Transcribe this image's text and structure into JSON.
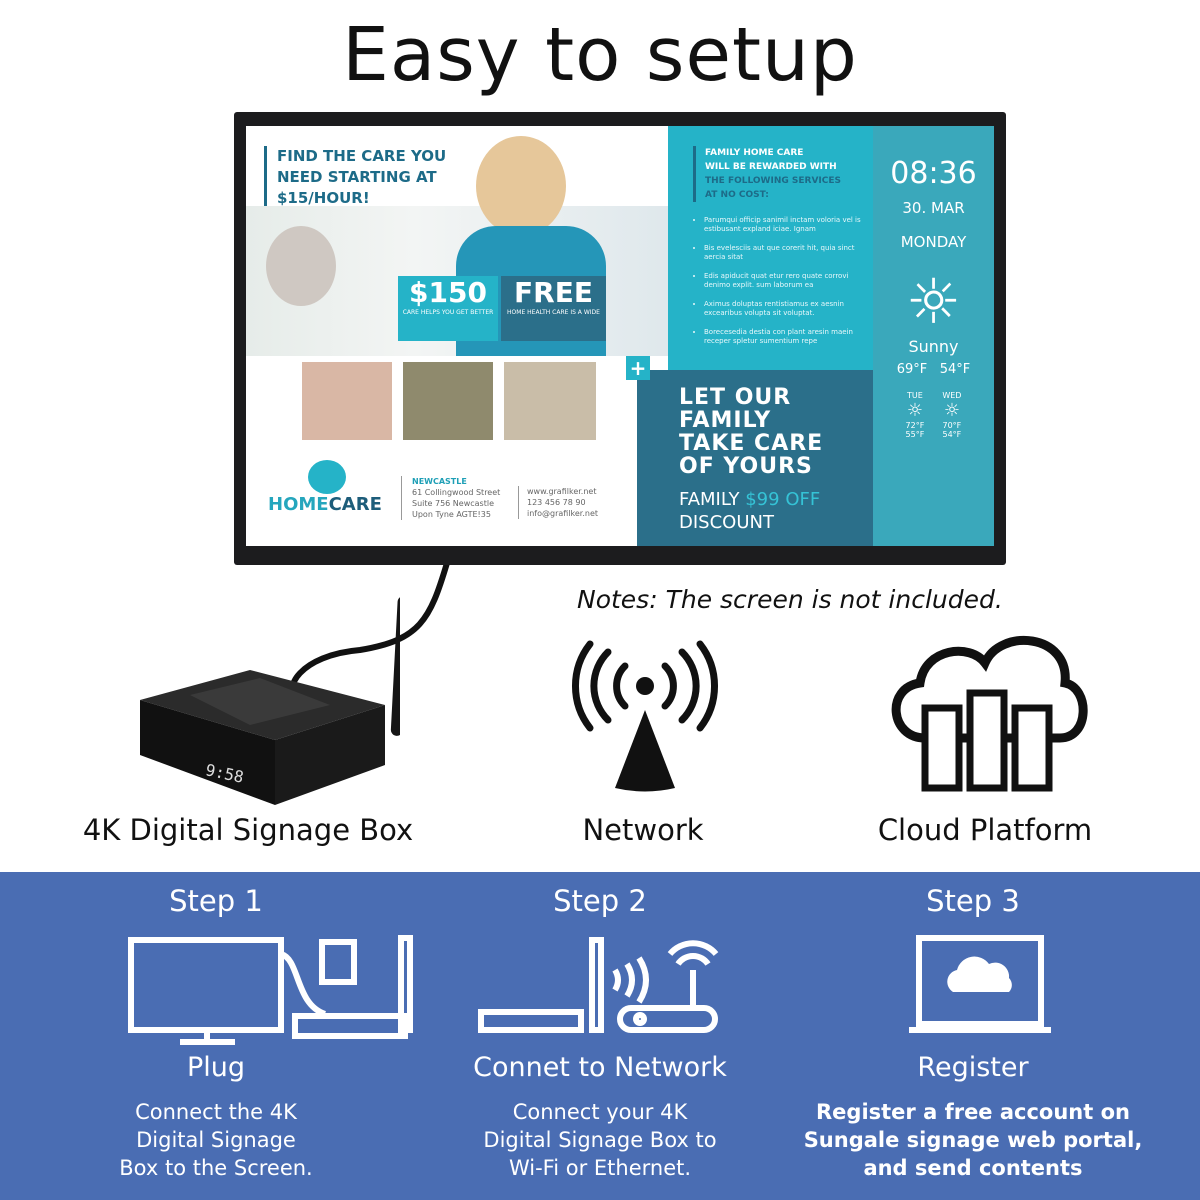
{
  "title": "Easy to setup",
  "screen": {
    "headline": [
      "FIND THE CARE YOU",
      "NEED STARTING AT",
      "$15/HOUR!"
    ],
    "price_badge": {
      "amount": "$150",
      "sub": "CARE HELPS YOU GET BETTER"
    },
    "free_badge": {
      "amount": "FREE",
      "sub": "HOME HEALTH CARE IS A WIDE"
    },
    "services_heading": [
      "FAMILY HOME CARE",
      "WILL BE REWARDED WITH",
      "THE FOLLOWING SERVICES",
      "AT NO COST:"
    ],
    "services": [
      "Parumqui officip sanimil inctam voloria vel is estibusant expland iciae. Ignam",
      "Bis evelesciis aut que corerit hit, quia sinct aercia sitat",
      "Edis apiducit quat etur rero quate corrovi denimo explit. sum laborum ea",
      "Aximus doluptas rentistiamus ex aesnin excearibus volupta sit voluptat.",
      "Borecesedia destia con plant aresin maein receper spletur sumentium repe"
    ],
    "slogan": [
      "LET OUR",
      "FAMILY",
      "TAKE CARE",
      "OF YOURS"
    ],
    "discount": {
      "prefix": "FAMILY",
      "price": "$99 OFF",
      "suffix": "DISCOUNT"
    },
    "logo": {
      "home": "HOME",
      "care": "CARE"
    },
    "address": {
      "city": "NEWCASTLE",
      "lines": [
        "61 Collingwood Street",
        "Suite 756 Newcastle",
        "Upon Tyne AGTE!35"
      ]
    },
    "contact": [
      "www.grafilker.net",
      "123 456 78 90",
      "info@grafilker.net"
    ],
    "weather": {
      "time": "08:36",
      "date": "30. MAR",
      "day": "MONDAY",
      "condition": "Sunny",
      "high": "69°F",
      "low": "54°F",
      "forecast": [
        {
          "day": "TUE",
          "high": "72°F",
          "low": "55°F"
        },
        {
          "day": "WED",
          "high": "70°F",
          "low": "54°F"
        }
      ]
    },
    "plus": "+"
  },
  "box_display": "9:58",
  "note": "Notes: The screen is not included.",
  "components": [
    "4K Digital Signage Box",
    "Network",
    "Cloud Platform"
  ],
  "steps": [
    {
      "heading": "Step 1",
      "label": "Plug",
      "desc": [
        "Connect the 4K",
        "Digital Signage",
        "Box to the Screen."
      ]
    },
    {
      "heading": "Step 2",
      "label": "Connet to Network",
      "desc": [
        "Connect your 4K",
        "Digital Signage Box to",
        "Wi-Fi or Ethernet."
      ]
    },
    {
      "heading": "Step 3",
      "label": "Register",
      "desc": [
        "Register a free account on",
        "Sungale signage web portal,",
        "and send contents"
      ]
    }
  ],
  "colors": {
    "band": "#4a6db3",
    "teal": "#25b3c8",
    "dark_teal": "#2b6f8a"
  }
}
